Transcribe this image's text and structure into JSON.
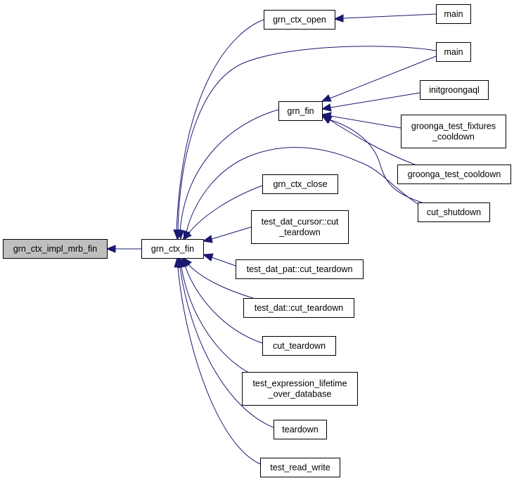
{
  "diagram": {
    "type": "call-graph",
    "colors": {
      "edge": "#191970",
      "node_border": "#000000",
      "node_fill": "#ffffff",
      "highlight_fill": "#bfbfbf"
    },
    "nodes": [
      {
        "id": "impl",
        "lines": [
          "grn_ctx_impl_mrb_fin"
        ],
        "highlight": true
      },
      {
        "id": "ctx_fin",
        "lines": [
          "grn_ctx_fin"
        ]
      },
      {
        "id": "ctx_open",
        "lines": [
          "grn_ctx_open"
        ]
      },
      {
        "id": "main1",
        "lines": [
          "main"
        ]
      },
      {
        "id": "main2",
        "lines": [
          "main"
        ]
      },
      {
        "id": "grn_fin",
        "lines": [
          "grn_fin"
        ]
      },
      {
        "id": "initgroongaql",
        "lines": [
          "initgroongaql"
        ]
      },
      {
        "id": "fixtures_cooldown",
        "lines": [
          "groonga_test_fixtures",
          "_cooldown"
        ]
      },
      {
        "id": "test_cooldown",
        "lines": [
          "groonga_test_cooldown"
        ]
      },
      {
        "id": "cut_shutdown",
        "lines": [
          "cut_shutdown"
        ]
      },
      {
        "id": "ctx_close",
        "lines": [
          "grn_ctx_close"
        ]
      },
      {
        "id": "cursor_teardown",
        "lines": [
          "test_dat_cursor::cut",
          "_teardown"
        ]
      },
      {
        "id": "pat_teardown",
        "lines": [
          "test_dat_pat::cut_teardown"
        ]
      },
      {
        "id": "dat_teardown",
        "lines": [
          "test_dat::cut_teardown"
        ]
      },
      {
        "id": "cut_teardown",
        "lines": [
          "cut_teardown"
        ]
      },
      {
        "id": "expr_lifetime",
        "lines": [
          "test_expression_lifetime",
          "_over_database"
        ]
      },
      {
        "id": "teardown",
        "lines": [
          "teardown"
        ]
      },
      {
        "id": "read_write",
        "lines": [
          "test_read_write"
        ]
      }
    ],
    "edges": [
      {
        "from": "ctx_fin",
        "to": "impl"
      },
      {
        "from": "ctx_open",
        "to": "ctx_fin"
      },
      {
        "from": "main1",
        "to": "ctx_open"
      },
      {
        "from": "main2",
        "to": "ctx_fin"
      },
      {
        "from": "grn_fin",
        "to": "ctx_fin"
      },
      {
        "from": "main2",
        "to": "grn_fin"
      },
      {
        "from": "initgroongaql",
        "to": "grn_fin"
      },
      {
        "from": "fixtures_cooldown",
        "to": "grn_fin"
      },
      {
        "from": "test_cooldown",
        "to": "grn_fin"
      },
      {
        "from": "cut_shutdown",
        "to": "grn_fin"
      },
      {
        "from": "cut_shutdown",
        "to": "ctx_fin"
      },
      {
        "from": "ctx_close",
        "to": "ctx_fin"
      },
      {
        "from": "cursor_teardown",
        "to": "ctx_fin"
      },
      {
        "from": "pat_teardown",
        "to": "ctx_fin"
      },
      {
        "from": "dat_teardown",
        "to": "ctx_fin"
      },
      {
        "from": "cut_teardown",
        "to": "ctx_fin"
      },
      {
        "from": "expr_lifetime",
        "to": "ctx_fin"
      },
      {
        "from": "teardown",
        "to": "ctx_fin"
      },
      {
        "from": "read_write",
        "to": "ctx_fin"
      }
    ]
  }
}
